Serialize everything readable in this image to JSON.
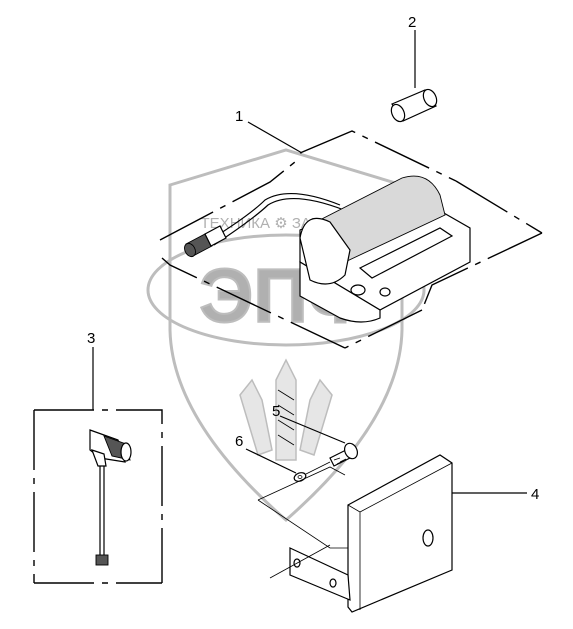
{
  "callouts": {
    "c1": "1",
    "c2": "2",
    "c3": "3",
    "c4": "4",
    "c5": "5",
    "c6": "6"
  },
  "watermark": {
    "top_text": "ТЕХНИКА ⚙ ЗАПЧАСТИ",
    "logo_text": "ЭПФ"
  }
}
